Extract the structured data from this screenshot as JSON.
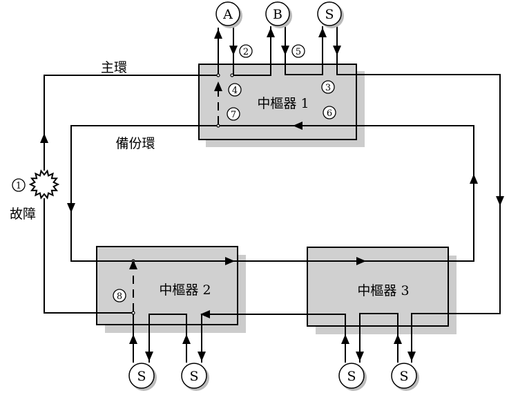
{
  "labels": {
    "main_ring": "主環",
    "backup_ring": "備份環",
    "fault": "故障"
  },
  "hubs": [
    "中樞器 1",
    "中樞器 2",
    "中樞器 3"
  ],
  "top_nodes": [
    "A",
    "B",
    "S"
  ],
  "bottom_nodes": [
    "S",
    "S",
    "S",
    "S"
  ],
  "steps": [
    "1",
    "2",
    "3",
    "4",
    "5",
    "6",
    "7",
    "8"
  ],
  "colors": {
    "hub_fill": "#d0d0d0",
    "shadow": "#cccccc",
    "line": "#000000"
  }
}
